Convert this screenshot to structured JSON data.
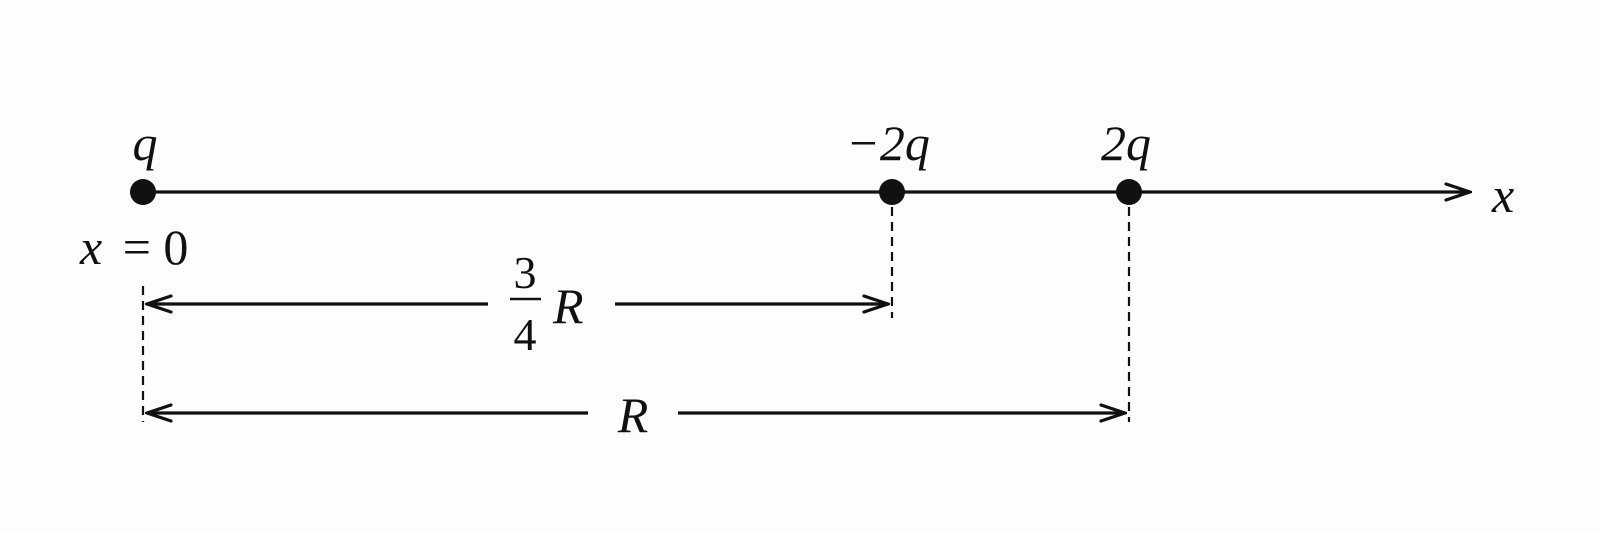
{
  "colors": {
    "ink": "#111111",
    "background": "#fdfdfd"
  },
  "axis": {
    "label": "x",
    "arrow": "arrow-right-icon"
  },
  "charges": [
    {
      "label": "q"
    },
    {
      "label": "−2q"
    },
    {
      "label": "2q"
    }
  ],
  "origin_label": {
    "var": "x",
    "eq": "= 0"
  },
  "dimensions": {
    "short": {
      "numerator": "3",
      "denominator": "4",
      "symbol": "R"
    },
    "long": {
      "symbol": "R"
    }
  }
}
